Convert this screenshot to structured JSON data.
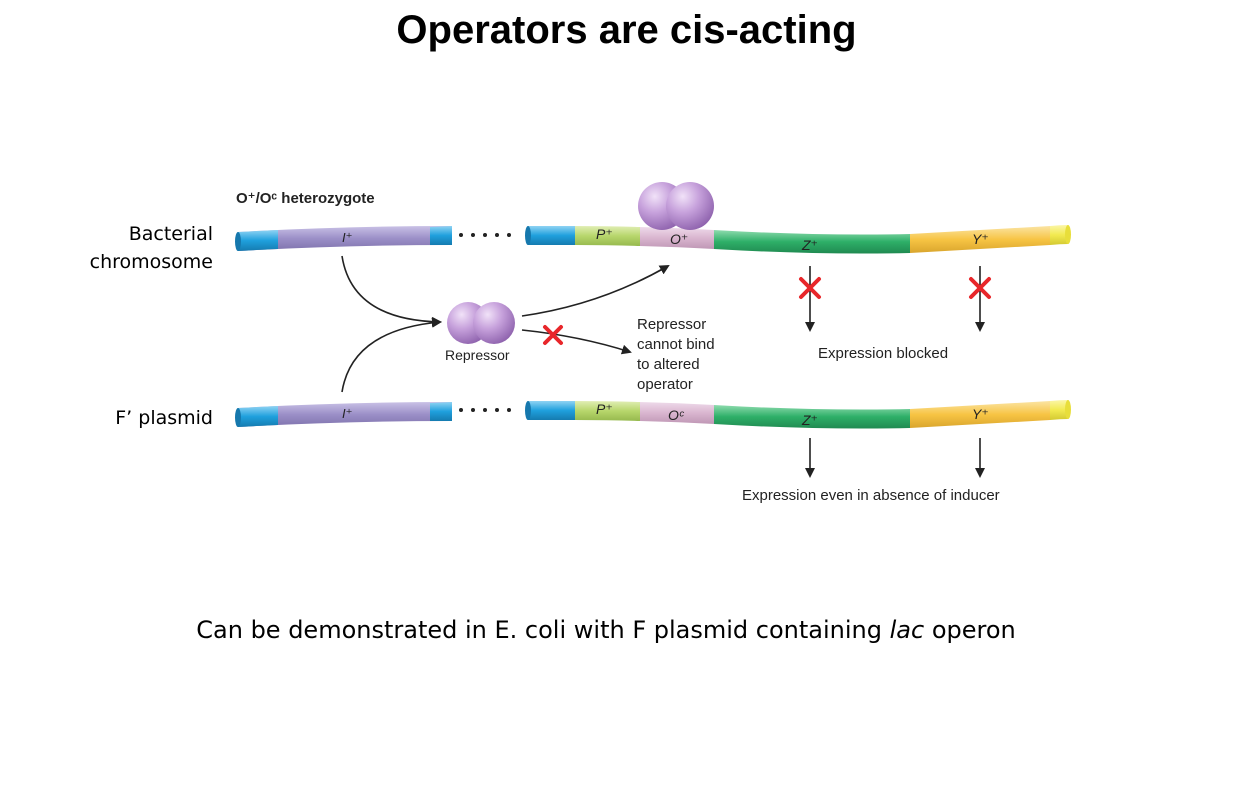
{
  "slide": {
    "title": "Operators are cis-acting",
    "caption_prefix": "Can be demonstrated in E. coli with F plasmid containing ",
    "caption_italic": "lac",
    "caption_suffix": " operon"
  },
  "diagram": {
    "heterozygote_label": "O⁺/Oᶜ heterozygote",
    "row_labels": {
      "chromosome_line1": "Bacterial",
      "chromosome_line2": "chromosome",
      "plasmid": "F’ plasmid"
    },
    "genes": {
      "repressor_gene": "I⁺",
      "promoter": "P⁺",
      "operator_wt": "O⁺",
      "operator_const": "Oᶜ",
      "z_gene": "Z⁺",
      "y_gene": "Y⁺"
    },
    "repressor_label": "Repressor",
    "cannot_bind_lines": [
      "Repressor",
      "cannot bind",
      "to altered",
      "operator"
    ],
    "expression_blocked": "Expression blocked",
    "expression_constitutive": "Expression even in absence of inducer",
    "colors": {
      "blue": "#1fa0dd",
      "purple": "#9b8fc7",
      "lime": "#b7d66b",
      "pink": "#d9b5cf",
      "green": "#2eaf68",
      "yellow": "#f7c444",
      "repressor": "#b98fd0",
      "x_mark": "#e8262a"
    }
  }
}
